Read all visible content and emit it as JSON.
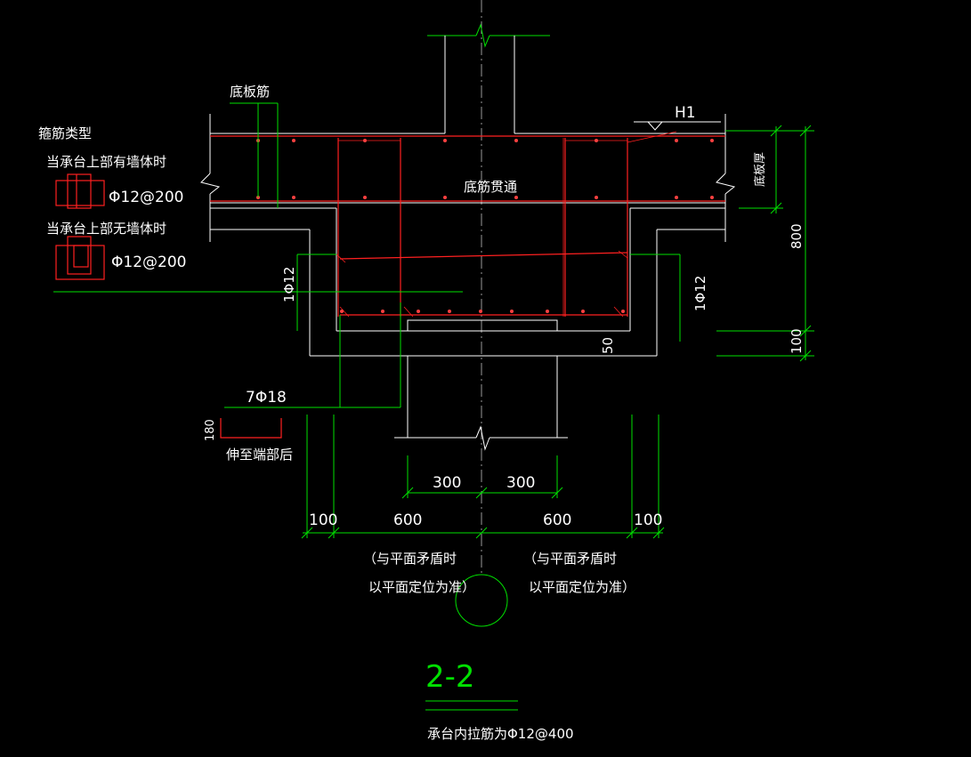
{
  "texts": {
    "stirrup_type": "箍筋类型",
    "with_wall": "当承台上部有墙体时",
    "without_wall": "当承台上部无墙体时",
    "spec_with_wall": "Φ12@200",
    "spec_without_wall": "Φ12@200",
    "bottom_slab_bar": "底板筋",
    "h1": "H1",
    "bottom_bar_through": "底筋贯通",
    "slab_thickness": "底板厚",
    "dim_800": "800",
    "dim_100_right": "100",
    "dim_50": "50",
    "bar_left_vertical": "1Φ12",
    "bar_right_vertical": "1Φ12",
    "bar_7phi18": "7Φ18",
    "hook_180": "180",
    "extend_to_end": "伸至端部后",
    "dim_300_left": "300",
    "dim_300_right": "300",
    "dim_100_left": "100",
    "dim_600_left": "600",
    "dim_600_right": "600",
    "dim_100_far_right": "100",
    "note_left_1": "（与平面矛盾时",
    "note_left_2": "以平面定位为准）",
    "note_right_1": "（与平面矛盾时",
    "note_right_2": "以平面定位为准）",
    "section_label": "2-2",
    "tie_bar_note": "承台内拉筋为Φ12@400"
  },
  "colors": {
    "background": "#000000",
    "outline": "#ffffff",
    "dimension": "#00e000",
    "rebar": "#ff2020"
  }
}
